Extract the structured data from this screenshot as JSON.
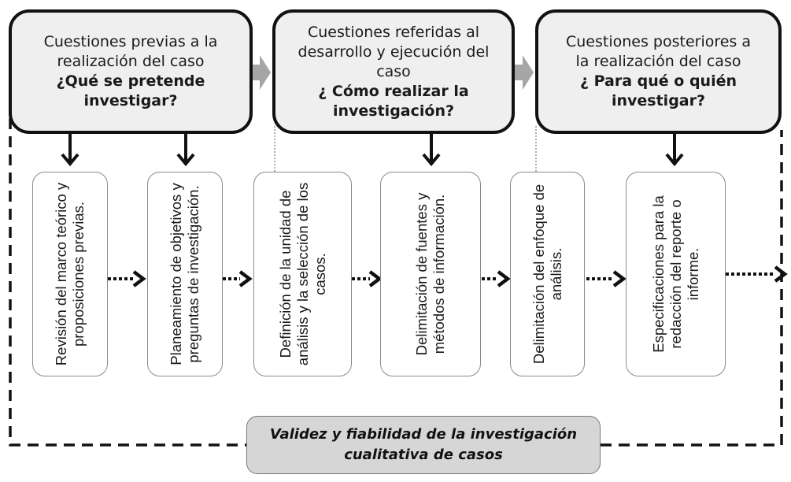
{
  "header_boxes": [
    {
      "line1": "Cuestiones previas a la",
      "line2": "realización del caso",
      "line3": "",
      "question": "¿Qué se pretende investigar?"
    },
    {
      "line1": "Cuestiones referidas al",
      "line2": "desarrollo y ejecución del",
      "line3": "caso",
      "question": "¿ Cómo realizar la investigación?"
    },
    {
      "line1": "Cuestiones posteriores a",
      "line2": "la realización del caso",
      "line3": "",
      "question": "¿ Para qué o quién investigar?"
    }
  ],
  "steps": [
    {
      "text": "Revisión del marco teórico y proposiciones previas."
    },
    {
      "text": "Planeamiento de objetivos y preguntas de investigación."
    },
    {
      "text": "Definición de la unidad de análisis y la selección de los casos."
    },
    {
      "text": "Delimitación de fuentes y métodos de información."
    },
    {
      "text": "Delimitación del enfoque de análisis."
    },
    {
      "text": "Especificaciones para la redacción del reporte o informe."
    }
  ],
  "footer": {
    "text": "Validez y fiabilidad de la investigación cualitativa de casos"
  },
  "colors": {
    "header_fill": "#efefef",
    "footer_fill": "#d6d6d6",
    "arrow_gray": "#a6a6a6",
    "border": "#111111"
  }
}
